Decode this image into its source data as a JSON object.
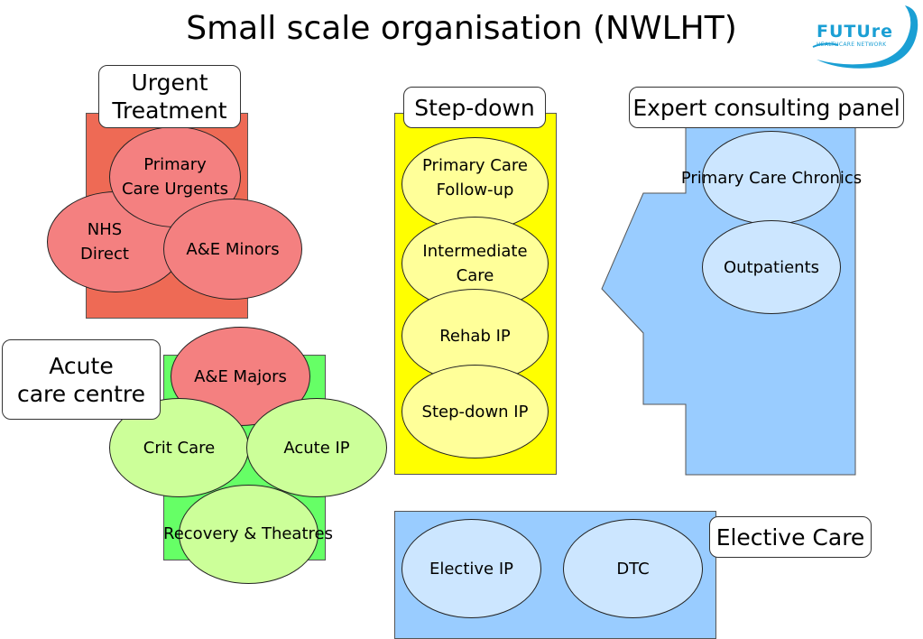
{
  "title": "Small scale organisation (NWLHT)",
  "logo": {
    "word": "FUTUre",
    "sub": "HEALTHCARE NETWORK",
    "color": "#1a9fd4"
  },
  "colors": {
    "urgent_panel": "#ee6a55",
    "acute_panel": "#66ff66",
    "stepdown_panel": "#ffff00",
    "expert_panel": "#99ccff"
  },
  "urgent": {
    "label": "Urgent\nTreatment",
    "items": [
      "Primary\nCare Urgents",
      "NHS\nDirect",
      "A&E Minors"
    ]
  },
  "acute": {
    "label": "Acute\ncare centre",
    "items": [
      "A&E Majors",
      "Crit Care",
      "Acute IP",
      "Recovery & Theatres"
    ]
  },
  "stepdown": {
    "label": "Step-down",
    "items": [
      "Primary Care\nFollow-up",
      "Intermediate\nCare",
      "Rehab IP",
      "Step-down IP"
    ]
  },
  "expert": {
    "label": "Expert consulting panel",
    "items": [
      "Primary Care Chronics",
      "Outpatients"
    ]
  },
  "elective": {
    "label": "Elective Care",
    "items": [
      "Elective IP",
      "DTC"
    ]
  }
}
